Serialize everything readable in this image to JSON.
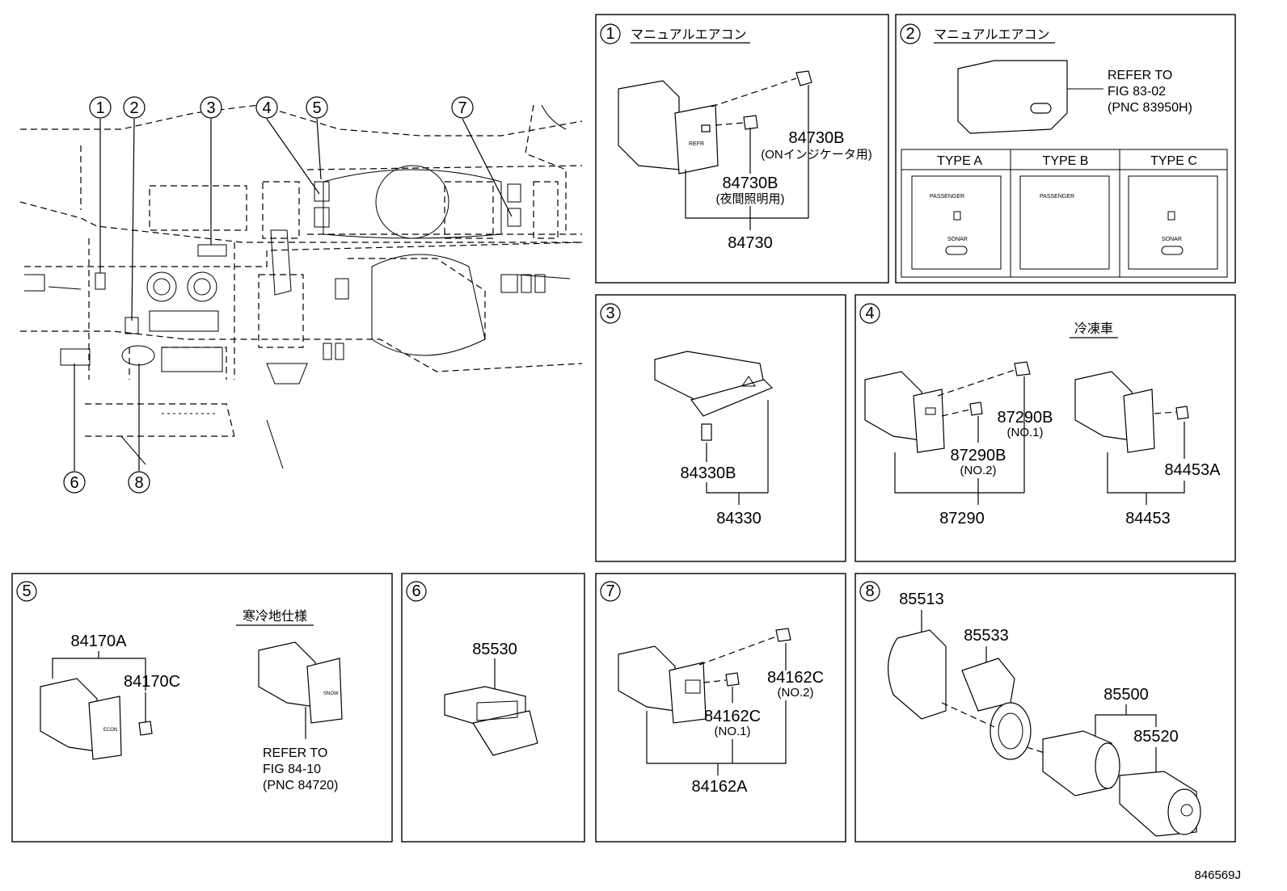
{
  "callout_numbers": [
    "1",
    "2",
    "3",
    "4",
    "5",
    "6",
    "7",
    "8"
  ],
  "panels": {
    "p1": {
      "title": "マニュアルエアコン",
      "labels": [
        "84730B",
        "(ONインジケータ用)",
        "84730B",
        "(夜間照明用)",
        "84730"
      ]
    },
    "p2": {
      "title": "マニュアルエアコン",
      "refer": [
        "REFER TO",
        "FIG 83-02",
        "(PNC 83950H)"
      ],
      "types": [
        "TYPE A",
        "TYPE B",
        "TYPE C"
      ],
      "switch_text": [
        "PASSENGER",
        "SONAR"
      ]
    },
    "p3": {
      "labels": [
        "84330B",
        "84330"
      ]
    },
    "p4": {
      "title": "冷凍車",
      "labels": [
        "87290B",
        "(NO.1)",
        "87290B",
        "(NO.2)",
        "87290",
        "84453A",
        "84453"
      ]
    },
    "p5": {
      "title": "寒冷地仕様",
      "labels": [
        "84170A",
        "84170C"
      ],
      "refer": [
        "REFER TO",
        "FIG 84-10",
        "(PNC 84720)"
      ]
    },
    "p6": {
      "labels": [
        "85530"
      ]
    },
    "p7": {
      "labels": [
        "84162C",
        "(NO.2)",
        "84162C",
        "(NO.1)",
        "84162A"
      ]
    },
    "p8": {
      "labels": [
        "85513",
        "85533",
        "85500",
        "85520"
      ]
    }
  },
  "figure_id": "846569J"
}
